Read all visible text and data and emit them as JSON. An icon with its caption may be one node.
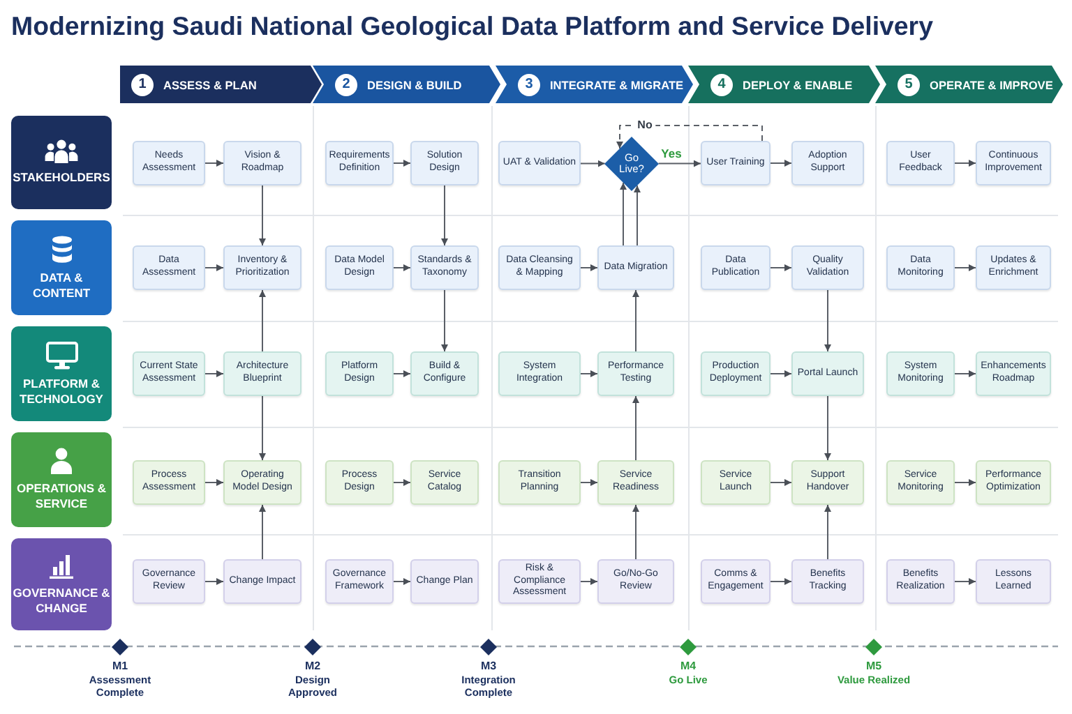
{
  "diagram": {
    "title": "Modernizing Saudi National Geological Data Platform and Service Delivery",
    "nodes": [
      {
        "text": [
          "1",
          "ASSESS & PLAN"
        ]
      },
      {
        "text": [
          "2",
          "DESIGN & BUILD"
        ]
      },
      {
        "text": [
          "3",
          "INTEGRATE & MIGRATE"
        ]
      },
      {
        "text": [
          "4",
          "DEPLOY & ENABLE"
        ]
      },
      {
        "text": [
          "5",
          "OPERATE & IMPROVE"
        ]
      },
      {
        "text": [
          "STAKEHOLDERS"
        ]
      },
      {
        "text": [
          "Needs Assessment"
        ]
      },
      {
        "text": [
          "Vision & Roadmap"
        ]
      },
      {
        "text": [
          "Requirements Definition"
        ]
      },
      {
        "text": [
          "Solution Design"
        ]
      },
      {
        "text": [
          "UAT & Validation"
        ]
      },
      {
        "text": [
          "Go Live?"
        ]
      },
      {
        "text": [
          "User Training"
        ]
      },
      {
        "text": [
          "Adoption Support"
        ]
      },
      {
        "text": [
          "User Feedback"
        ]
      },
      {
        "text": [
          "Continuous Improvement"
        ]
      },
      {
        "text": [
          "DATA & CONTENT"
        ]
      },
      {
        "text": [
          "Data Assessment"
        ]
      },
      {
        "text": [
          "Inventory & Prioritization"
        ]
      },
      {
        "text": [
          "Data Model Design"
        ]
      },
      {
        "text": [
          "Standards & Taxonomy"
        ]
      },
      {
        "text": [
          "Data Cleansing & Mapping"
        ]
      },
      {
        "text": [
          "Data Migration"
        ]
      },
      {
        "text": [
          "Data Publication"
        ]
      },
      {
        "text": [
          "Quality Validation"
        ]
      },
      {
        "text": [
          "Data Monitoring"
        ]
      },
      {
        "text": [
          "Updates & Enrichment"
        ]
      },
      {
        "text": [
          "PLATFORM & TECHNOLOGY"
        ]
      },
      {
        "text": [
          "Current State Assessment"
        ]
      },
      {
        "text": [
          "Architecture Blueprint"
        ]
      },
      {
        "text": [
          "Platform Design"
        ]
      },
      {
        "text": [
          "Build & Configure"
        ]
      },
      {
        "text": [
          "System Integration"
        ]
      },
      {
        "text": [
          "Performance Testing"
        ]
      },
      {
        "text": [
          "Production Deployment"
        ]
      },
      {
        "text": [
          "Portal Launch"
        ]
      },
      {
        "text": [
          "System Monitoring"
        ]
      },
      {
        "text": [
          "Enhancements Roadmap"
        ]
      },
      {
        "text": [
          "OPERATIONS & SERVICE"
        ]
      },
      {
        "text": [
          "Process Assessment"
        ]
      },
      {
        "text": [
          "Operating Model Design"
        ]
      },
      {
        "text": [
          "Process Design"
        ]
      },
      {
        "text": [
          "Service Catalog"
        ]
      },
      {
        "text": [
          "Transition Planning"
        ]
      },
      {
        "text": [
          "Service Readiness"
        ]
      },
      {
        "text": [
          "Service Launch"
        ]
      },
      {
        "text": [
          "Support Handover"
        ]
      },
      {
        "text": [
          "Service Monitoring"
        ]
      },
      {
        "text": [
          "Performance Optimization"
        ]
      },
      {
        "text": [
          "GOVERNANCE & CHANGE"
        ]
      },
      {
        "text": [
          "Governance Review"
        ]
      },
      {
        "text": [
          "Change Impact"
        ]
      },
      {
        "text": [
          "Governance Framework"
        ]
      },
      {
        "text": [
          "Change Plan"
        ]
      },
      {
        "text": [
          "Risk & Compliance Assessment"
        ]
      },
      {
        "text": [
          "Go/No-Go Review"
        ]
      },
      {
        "text": [
          "Comms & Engagement"
        ]
      },
      {
        "text": [
          "Benefits Tracking"
        ]
      },
      {
        "text": [
          "Benefits Realization"
        ]
      },
      {
        "text": [
          "Lessons Learned"
        ]
      }
    ],
    "edges": [
      {
        "from": 6,
        "to": 7,
        "arrow": "to"
      },
      {
        "from": 7,
        "to": 18,
        "arrow": "to"
      },
      {
        "from": 8,
        "to": 9,
        "arrow": "to"
      },
      {
        "from": 9,
        "to": 20,
        "arrow": "to"
      },
      {
        "from": 10,
        "to": 11,
        "arrow": "to"
      },
      {
        "from": 11,
        "to": 12,
        "arrow": "to",
        "label": "Yes"
      },
      {
        "from": 12,
        "to": 11,
        "arrow": "to",
        "label": "No",
        "style": "dashed"
      },
      {
        "from": 12,
        "to": 13,
        "arrow": "to"
      },
      {
        "from": 14,
        "to": 15,
        "arrow": "to"
      },
      {
        "from": 17,
        "to": 18,
        "arrow": "to"
      },
      {
        "from": 19,
        "to": 20,
        "arrow": "to"
      },
      {
        "from": 20,
        "to": 31,
        "arrow": "to"
      },
      {
        "from": 21,
        "to": 22,
        "arrow": "to"
      },
      {
        "from": 22,
        "to": 11,
        "arrow": "to"
      },
      {
        "from": 22,
        "to": 11,
        "arrow": "to"
      },
      {
        "from": 23,
        "to": 24,
        "arrow": "to"
      },
      {
        "from": 24,
        "to": 35,
        "arrow": "to"
      },
      {
        "from": 25,
        "to": 26,
        "arrow": "to"
      },
      {
        "from": 28,
        "to": 29,
        "arrow": "to"
      },
      {
        "from": 29,
        "to": 18,
        "arrow": "to"
      },
      {
        "from": 29,
        "to": 40,
        "arrow": "to"
      },
      {
        "from": 30,
        "to": 31,
        "arrow": "to"
      },
      {
        "from": 32,
        "to": 33,
        "arrow": "to"
      },
      {
        "from": 33,
        "to": 22,
        "arrow": "to"
      },
      {
        "from": 34,
        "to": 35,
        "arrow": "to"
      },
      {
        "from": 35,
        "to": 46,
        "arrow": "to"
      },
      {
        "from": 36,
        "to": 37,
        "arrow": "to"
      },
      {
        "from": 39,
        "to": 40,
        "arrow": "to"
      },
      {
        "from": 41,
        "to": 42,
        "arrow": "to"
      },
      {
        "from": 43,
        "to": 44,
        "arrow": "to"
      },
      {
        "from": 44,
        "to": 33,
        "arrow": "to"
      },
      {
        "from": 45,
        "to": 46,
        "arrow": "to"
      },
      {
        "from": 47,
        "to": 48,
        "arrow": "to"
      },
      {
        "from": 50,
        "to": 51,
        "arrow": "to"
      },
      {
        "from": 51,
        "to": 40,
        "arrow": "to"
      },
      {
        "from": 52,
        "to": 53,
        "arrow": "to"
      },
      {
        "from": 54,
        "to": 55,
        "arrow": "to"
      },
      {
        "from": 55,
        "to": 44,
        "arrow": "to"
      },
      {
        "from": 56,
        "to": 57,
        "arrow": "to"
      },
      {
        "from": 57,
        "to": 46,
        "arrow": "to"
      },
      {
        "from": 58,
        "to": 59,
        "arrow": "to"
      }
    ],
    "labels": [
      "M1",
      "Assessment Complete",
      "M2",
      "Design Approved",
      "M3",
      "Integration Complete",
      "M4",
      "Go Live",
      "M5",
      "Value Realized"
    ]
  }
}
